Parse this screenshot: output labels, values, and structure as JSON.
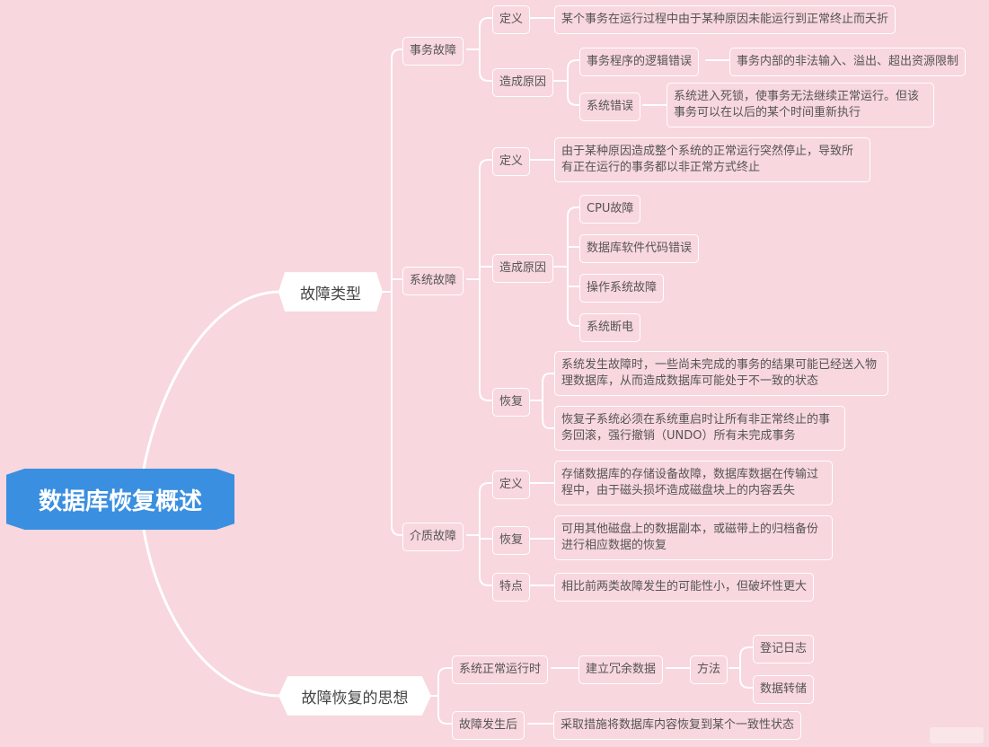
{
  "root": "数据库恢复概述",
  "branches": {
    "fault_types": {
      "label": "故障类型",
      "transaction": {
        "label": "事务故障",
        "definition_label": "定义",
        "definition": "某个事务在运行过程中由于某种原因未能运行到正常终止而夭折",
        "causes_label": "造成原因",
        "cause1": "事务程序的逻辑错误",
        "cause1_detail": "事务内部的非法输入、溢出、超出资源限制",
        "cause2": "系统错误",
        "cause2_detail": "系统进入死锁，使事务无法继续正常运行。但该事务可以在以后的某个时间重新执行"
      },
      "system": {
        "label": "系统故障",
        "definition_label": "定义",
        "definition": "由于某种原因造成整个系统的正常运行突然停止，导致所有正在运行的事务都以非正常方式终止",
        "causes_label": "造成原因",
        "causes": [
          "CPU故障",
          "数据库软件代码错误",
          "操作系统故障",
          "系统断电"
        ],
        "recovery_label": "恢复",
        "recovery1": "系统发生故障时，一些尚未完成的事务的结果可能已经送入物理数据库，从而造成数据库可能处于不一致的状态",
        "recovery2": "恢复子系统必须在系统重启时让所有非正常终止的事务回滚，强行撤销（UNDO）所有未完成事务"
      },
      "media": {
        "label": "介质故障",
        "definition_label": "定义",
        "definition": "存储数据库的存储设备故障，数据库数据在传输过程中，由于磁头损坏造成磁盘块上的内容丢失",
        "recovery_label": "恢复",
        "recovery": "可用其他磁盘上的数据副本，或磁带上的归档备份进行相应数据的恢复",
        "feature_label": "特点",
        "feature": "相比前两类故障发生的可能性小，但破坏性更大"
      }
    },
    "recovery_idea": {
      "label": "故障恢复的思想",
      "normal": {
        "label": "系统正常运行时",
        "action": "建立冗余数据",
        "method_label": "方法",
        "methods": [
          "登记日志",
          "数据转储"
        ]
      },
      "after": {
        "label": "故障发生后",
        "action": "采取措施将数据库内容恢复到某个一致性状态"
      }
    }
  }
}
